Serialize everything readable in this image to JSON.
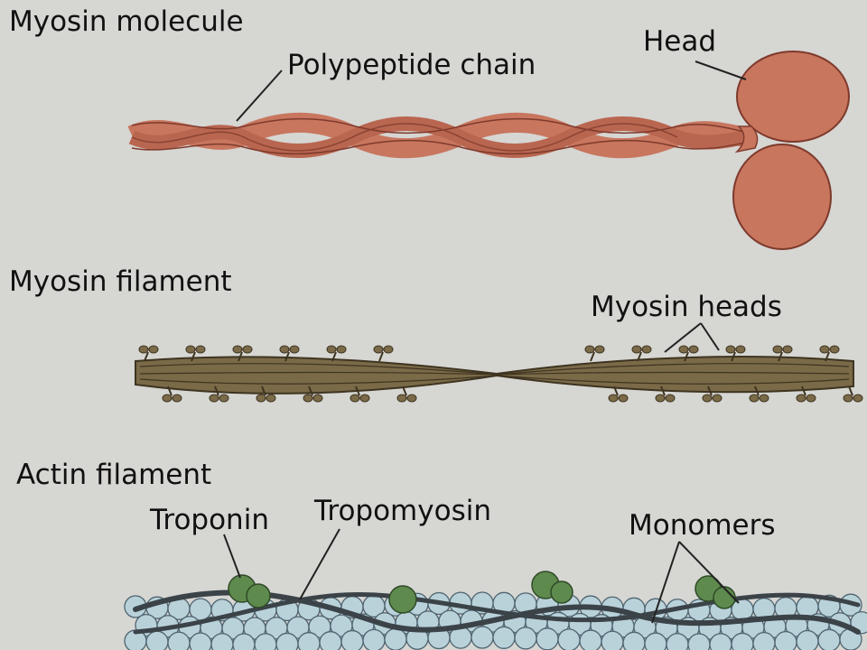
{
  "sections": {
    "myosin_molecule": {
      "title": "Myosin molecule",
      "labels": {
        "polypeptide_chain": "Polypeptide chain",
        "head": "Head"
      }
    },
    "myosin_filament": {
      "title": "Myosin filament",
      "labels": {
        "myosin_heads": "Myosin heads"
      }
    },
    "actin_filament": {
      "title": "Actin filament",
      "labels": {
        "troponin": "Troponin",
        "tropomyosin": "Tropomyosin",
        "monomers": "Monomers"
      }
    }
  },
  "colors": {
    "background": "#d6d6d3",
    "myosin_chain": "#c8765e",
    "myosin_chain_dark": "#7e3a2c",
    "filament": "#7a6a48",
    "filament_dark": "#3e3420",
    "actin_monomer": "#b9d2da",
    "troponin": "#5e8a4e",
    "tropomyosin": "#3b4348"
  }
}
